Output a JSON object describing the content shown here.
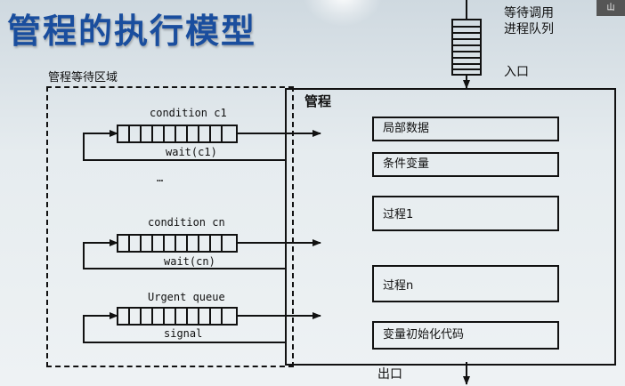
{
  "title": "管程的执行模型",
  "corner_logo_text": "山",
  "entry_queue_label": "等待调用\n进程队列",
  "entry_label": "入口",
  "exit_label": "出口",
  "waiting_area_label": "管程等待区域",
  "monitor_label": "管程",
  "queues": [
    {
      "name": "condition c1",
      "op": "wait(c1)"
    },
    {
      "name": "condition cn",
      "op": "wait(cn)"
    },
    {
      "name": "Urgent queue",
      "op": "signal"
    }
  ],
  "ellipsis": "…",
  "components": [
    "局部数据",
    "条件变量",
    "过程1",
    "过程n",
    "变量初始化代码"
  ]
}
